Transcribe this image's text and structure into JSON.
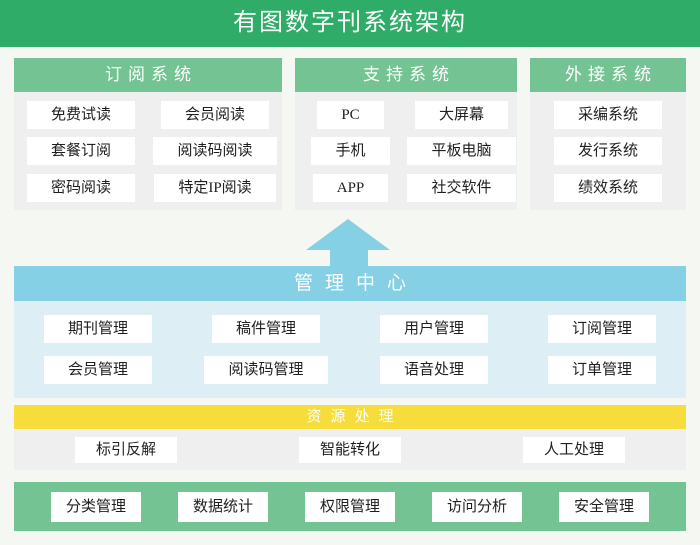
{
  "title": "有图数字刊系统架构",
  "colors": {
    "title_bar_green": "#2fac68",
    "panel_header_green": "#73c492",
    "panel_body_gray": "#efefef",
    "management_teal": "#85d0e4",
    "management_body_blue": "#ddeef5",
    "resource_yellow": "#f6dd3b",
    "bottom_bar_green": "#73c492",
    "page_background": "#f5f7f3"
  },
  "top_panels": [
    {
      "header": "订阅系统",
      "items": [
        "免费试读",
        "会员阅读",
        "套餐订阅",
        "阅读码阅读",
        "密码阅读",
        "特定IP阅读"
      ]
    },
    {
      "header": "支持系统",
      "items": [
        "PC",
        "大屏幕",
        "手机",
        "平板电脑",
        "APP",
        "社交软件"
      ]
    },
    {
      "header": "外接系统",
      "items": [
        "采编系统",
        "发行系统",
        "绩效系统"
      ]
    }
  ],
  "management": {
    "header": "管理中心",
    "items": [
      "期刊管理",
      "稿件管理",
      "用户管理",
      "订阅管理",
      "会员管理",
      "阅读码管理",
      "语音处理",
      "订单管理"
    ]
  },
  "resource": {
    "header": "资源处理",
    "items": [
      "标引反解",
      "智能转化",
      "人工处理"
    ]
  },
  "bottom_bar": {
    "items": [
      "分类管理",
      "数据统计",
      "权限管理",
      "访问分析",
      "安全管理"
    ]
  }
}
